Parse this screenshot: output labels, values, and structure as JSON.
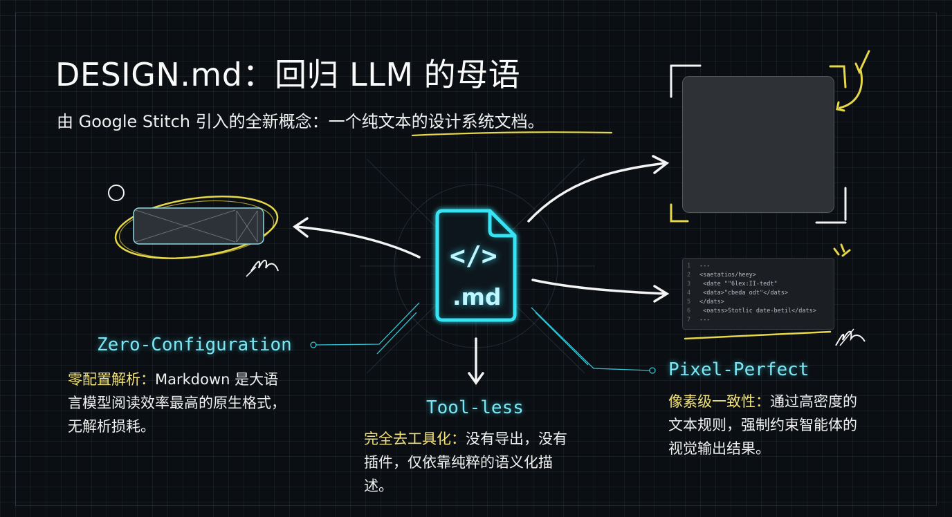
{
  "title": "DESIGN.md：回归 LLM 的母语",
  "subtitle": "由 Google Stitch 引入的全新概念：一个纯文本的设计系统文档。",
  "center_icon": {
    "tag": "</>",
    "label": ".md"
  },
  "features": [
    {
      "title": "Zero-Configuration",
      "highlight": "零配置解析：",
      "lines": [
        "Markdown 是大语",
        "言模型阅读效率最高的原生格式，",
        "无解析损耗。"
      ]
    },
    {
      "title": "Tool-less",
      "highlight": "完全去工具化：",
      "lines": [
        "没有导出，没有",
        "插件，仅依靠纯粹的语义化描",
        "述。"
      ]
    },
    {
      "title": "Pixel-Perfect",
      "highlight": "像素级一致性：",
      "lines": [
        "通过高密度的",
        "文本规则，强制约束智能体的",
        "视觉输出结果。"
      ]
    }
  ],
  "code_sample": [
    {
      "n": "1",
      "text": "---"
    },
    {
      "n": "2",
      "text": "<saetatios/heey>"
    },
    {
      "n": "3",
      "text": "  <date \"\"6lex:II-tedt\""
    },
    {
      "n": "4",
      "text": "  <data>\"cbeda odt\"</dats>"
    },
    {
      "n": "5",
      "text": "</dats>"
    },
    {
      "n": "6",
      "text": "  <oatss>Stotlic date-betil</dats>"
    },
    {
      "n": "7",
      "text": "---"
    }
  ],
  "colors": {
    "accent_cyan": "#38e4f4",
    "highlight_yellow": "#f1e27a",
    "background": "#0b0e12"
  }
}
